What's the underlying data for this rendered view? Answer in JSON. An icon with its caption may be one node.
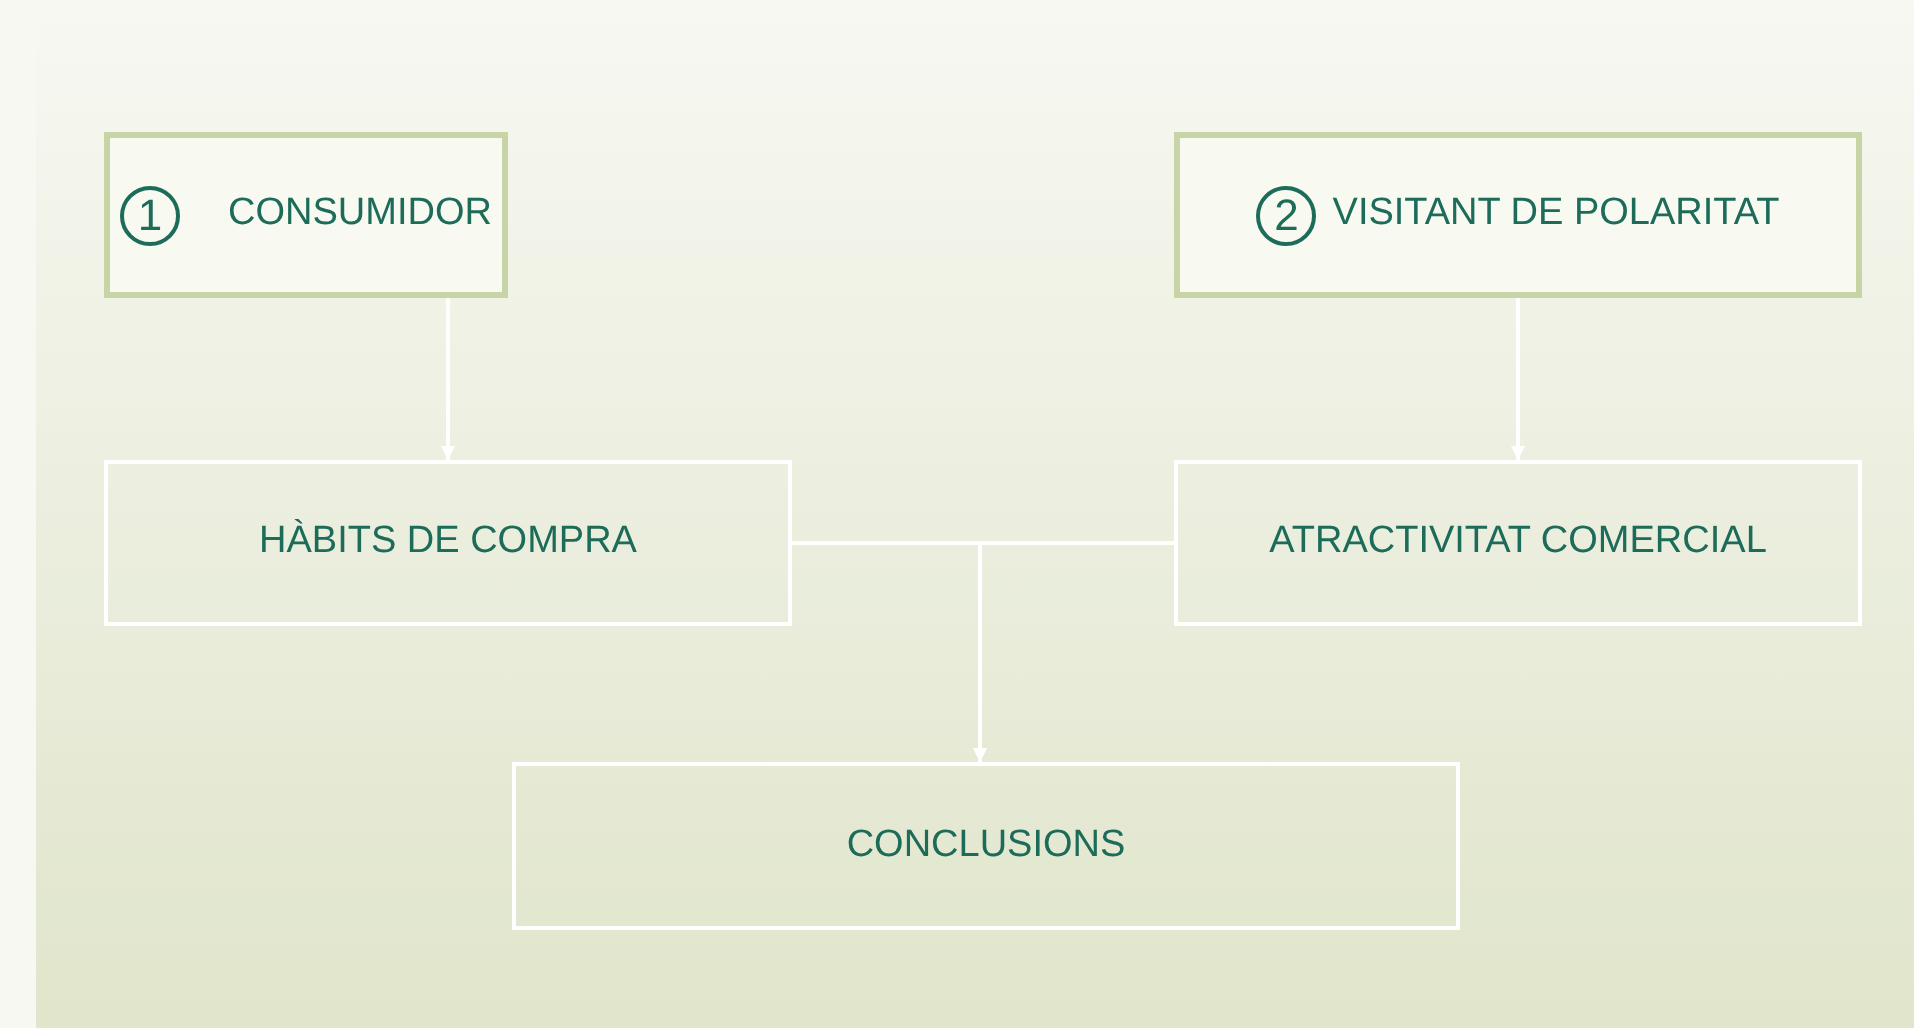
{
  "diagram": {
    "nodes": [
      {
        "text": [
          "1",
          "CONSUMIDOR"
        ]
      },
      {
        "text": [
          "2",
          "VISITANT DE POLARITAT"
        ]
      },
      {
        "text": [
          "HÀBITS DE COMPRA"
        ]
      },
      {
        "text": [
          "ATRACTIVITAT COMERCIAL"
        ]
      },
      {
        "text": [
          "CONCLUSIONS"
        ]
      }
    ],
    "edges": [
      {
        "from": 0,
        "to": 2,
        "arrow": "to"
      },
      {
        "from": 1,
        "to": 3,
        "arrow": "to"
      },
      {
        "from": 2,
        "to": 4,
        "arrow": "to"
      },
      {
        "from": 3,
        "to": 4,
        "arrow": "to"
      }
    ]
  }
}
